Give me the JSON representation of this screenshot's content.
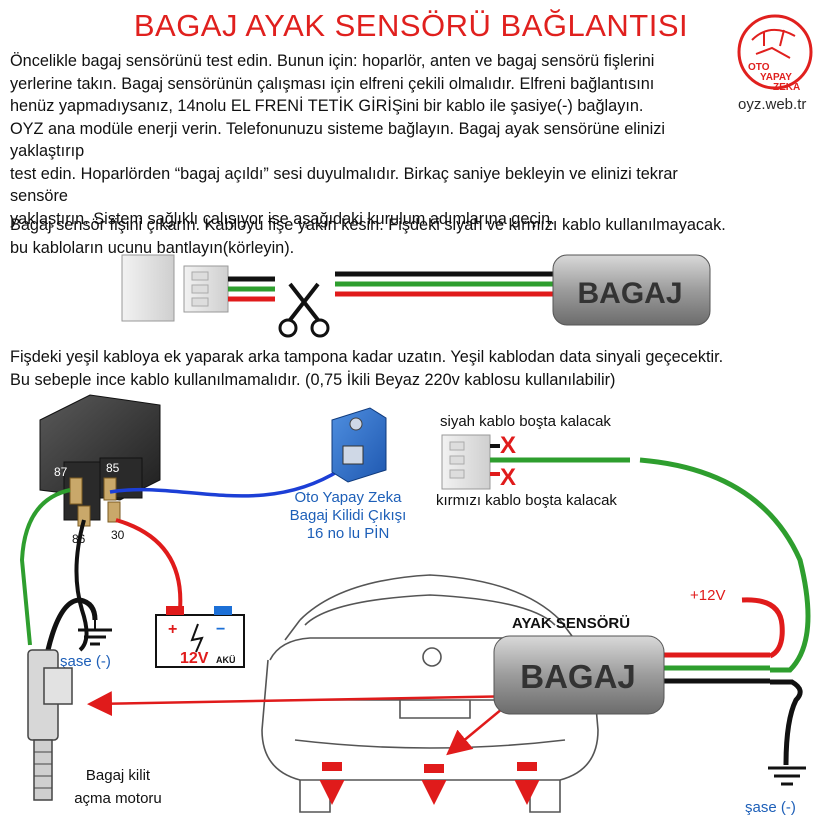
{
  "title": "BAGAJ AYAK SENSÖRÜ BAĞLANTISI",
  "intro_lines": [
    "Öncelikle bagaj sensörünü test edin. Bunun için: hoparlör, anten ve bagaj sensörü fişlerini",
    "yerlerine takın. Bagaj sensörünün çalışması için elfreni çekili olmalıdır. Elfreni bağlantısını",
    "henüz yapmadıysanız, 14nolu EL FRENİ TETİK GİRİŞini bir kablo ile şasiye(-) bağlayın.",
    "OYZ ana modüle enerji verin. Telefonunuzu sisteme bağlayın. Bagaj ayak sensörüne elinizi yaklaştırıp",
    "test edin. Hoparlörden “bagaj açıldı” sesi duyulmalıdır. Birkaç saniye bekleyin ve elinizi tekrar sensöre",
    "yaklaştırın. Sistem sağlıklı çalışıyor ise aşağıdaki kurulum adımlarına geçin."
  ],
  "step1_lines": [
    "Bagaj sensör fişini çıkarın. Kabloyu fişe yakın kesin. Fişdeki siyah ve kırmızı kablo kullanılmayacak.",
    "bu kabloların ucunu bantlayın(körleyin)."
  ],
  "step2_lines": [
    "Fişdeki yeşil kabloya ek yaparak arka tampona kadar uzatın. Yeşil kablodan data sinyali geçecektir.",
    "Bu sebeple ince kablo kullanılmamalıdır. (0,75 İkili Beyaz 220v kablosu kullanılabilir)"
  ],
  "logo": {
    "line1": "OTO",
    "line2": "YAPAY",
    "line3": "ZEKA",
    "url": "oyz.web.tr"
  },
  "sensor_label": "BAGAJ",
  "relay_pins": {
    "p87": "87",
    "p85": "85",
    "p86": "86",
    "p30": "30"
  },
  "battery": {
    "plus": "+",
    "minus": "−",
    "voltage": "12V",
    "suffix": "AKÜ"
  },
  "oyz_output": [
    "Oto Yapay Zeka",
    "Bagaj Kilidi Çıkışı",
    "16 no lu PİN"
  ],
  "black_cable_note": "siyah kablo boşta kalacak",
  "red_cable_note": "kırmızı kablo boşta kalacak",
  "plus12": "+12V",
  "foot_sensor_title": "AYAK SENSÖRÜ",
  "ground_left": "şase (-)",
  "ground_right": "şase (-)",
  "motor_label": [
    "Bagaj kilit",
    "açma motoru"
  ],
  "colors": {
    "title_red": "#e0201e",
    "wire_green": "#2e9e2e",
    "wire_red": "#e01b1b",
    "wire_blue": "#1c3fd6",
    "oyz_blue": "#1d5fb8"
  }
}
